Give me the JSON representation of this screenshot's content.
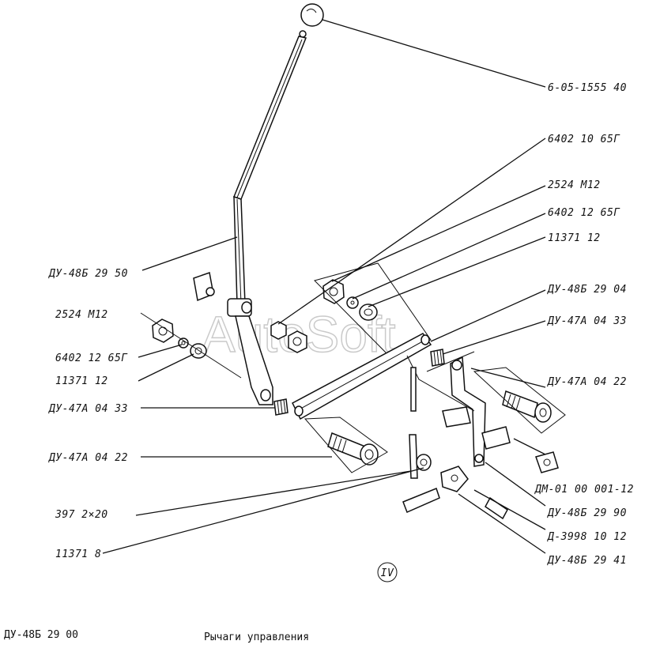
{
  "watermark": "AutoSoft",
  "section_mark": "IV",
  "labels": {
    "knob": "6-05-1555 40",
    "washer_spring_1": "6402 10 65Г",
    "nut_m12_right": "2524 M12",
    "washer_spring_right": "6402 12 65Г",
    "washer_right": "11371 12",
    "rod_long": "ДУ-48Б 29 04",
    "bushing_right": "ДУ-47А 04 33",
    "pin_right": "ДУ-47А 04 22",
    "bolt_dm": "ДМ-01 00 001-12",
    "bracket": "ДУ-48Б 29 90",
    "bolt_d": "Д-3998 10 12",
    "clevis": "ДУ-48Б 29 41",
    "lever_main": "ДУ-48Б 29 50",
    "nut_m12_left": "2524 M12",
    "washer_spring_left": "6402 12 65Г",
    "washer_left": "11371 12",
    "bushing_left": "ДУ-47А 04 33",
    "pin_left": "ДУ-47А 04 22",
    "cotter_pin": "397 2×20",
    "washer_small": "11371 8"
  },
  "footer": {
    "code": "ДУ-48Б 29 00",
    "title": "Рычаги управления"
  }
}
